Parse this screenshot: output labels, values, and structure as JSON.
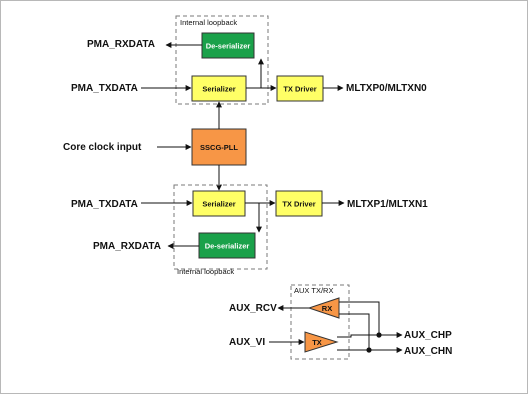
{
  "colors": {
    "deserializer": "#1aa14a",
    "serializer": "#ffff66",
    "tx_driver": "#ffff66",
    "pll": "#f79646",
    "aux_amp": "#f79646"
  },
  "top_lane": {
    "loopback_label": "Internal loopback",
    "deserializer_label": "De-serializer",
    "serializer_label": "Serializer",
    "tx_driver_label": "TX Driver",
    "rx_output_label": "PMA_RXDATA",
    "tx_input_label": "PMA_TXDATA",
    "output_label": "MLTXP0/MLTXN0"
  },
  "pll": {
    "label": "SSCG-PLL",
    "clock_input_label": "Core clock input"
  },
  "bottom_lane": {
    "loopback_label": "Internal loopback",
    "deserializer_label": "De-serializer",
    "serializer_label": "Serializer",
    "tx_driver_label": "TX Driver",
    "rx_output_label": "PMA_RXDATA",
    "tx_input_label": "PMA_TXDATA",
    "output_label": "MLTXP1/MLTXN1"
  },
  "aux": {
    "group_label": "AUX TX/RX",
    "rx_label": "RX",
    "tx_label": "TX",
    "rcv_label": "AUX_RCV",
    "vi_label": "AUX_VI",
    "chp_label": "AUX_CHP",
    "chn_label": "AUX_CHN"
  }
}
